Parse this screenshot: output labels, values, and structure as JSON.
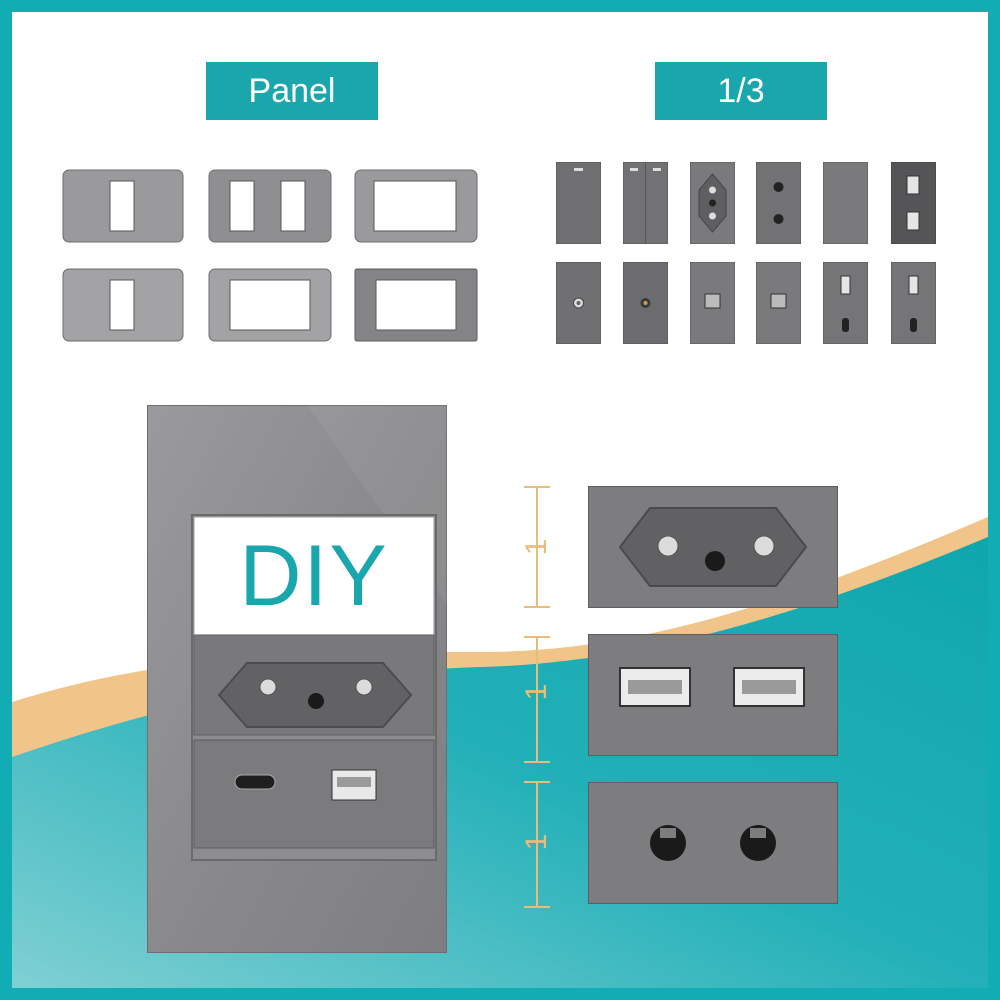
{
  "labels": {
    "panel": "Panel",
    "fraction": "1/3",
    "diy": "DIY"
  },
  "ruler": [
    "1",
    "1",
    "1"
  ],
  "colors": {
    "teal": "#1aa6ad",
    "gold": "#e8bd7a",
    "plate": "#8c8c8c",
    "module": "#7c7c7e"
  },
  "panels": [
    "single-opening-plate",
    "double-opening-plate",
    "wide-opening-plate",
    "brushed-single-plate",
    "brushed-wide-plate",
    "glass-wide-plate"
  ],
  "modules_row1": [
    "single-switch",
    "double-switch",
    "brazil-socket",
    "universal-socket",
    "blank-cover",
    "double-usb"
  ],
  "modules_row2": [
    "tv-coax",
    "rf-connector",
    "data-port",
    "phone-port",
    "usb-a-usb-c",
    "usb-a-usb-c-alt"
  ],
  "detail_modules": [
    "brazil-socket-detail",
    "double-usb-detail",
    "universal-socket-detail"
  ]
}
